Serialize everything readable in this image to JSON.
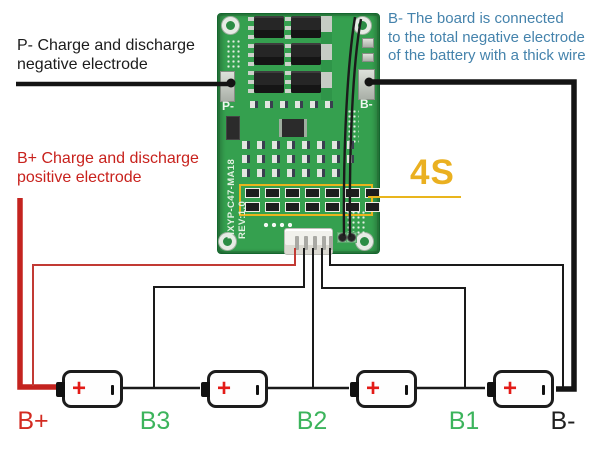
{
  "notes": {
    "p_minus": {
      "lines": [
        "P- Charge and discharge",
        "negative electrode"
      ]
    },
    "b_minus": {
      "lines": [
        "B- The board is connected",
        "to the total negative electrode",
        "of the battery with a thick wire"
      ]
    },
    "b_plus": {
      "lines": [
        "B+ Charge and discharge",
        "positive electrode"
      ]
    },
    "cell_count_label": "4S"
  },
  "board": {
    "pad_p_label": "P-",
    "pad_b_label": "B-",
    "silk_model": "HXYP-C47-MA18",
    "silk_rev": "REV:1.0"
  },
  "batteries": {
    "count": 4,
    "plus_symbol": "+",
    "terminal_labels": [
      {
        "text": "B+",
        "color": "#d32b21"
      },
      {
        "text": "B3",
        "color": "#3cb45c"
      },
      {
        "text": "B2",
        "color": "#3cb45c"
      },
      {
        "text": "B1",
        "color": "#3cb45c"
      },
      {
        "text": "B-",
        "color": "#1f1f1f"
      }
    ]
  },
  "colors": {
    "note_blue": "#4583ac",
    "note_red": "#c8221d",
    "accent_amber": "#eab020",
    "pcb_green": "#35a04f",
    "wire_red": "#c4231f",
    "wire_black": "#141414"
  }
}
